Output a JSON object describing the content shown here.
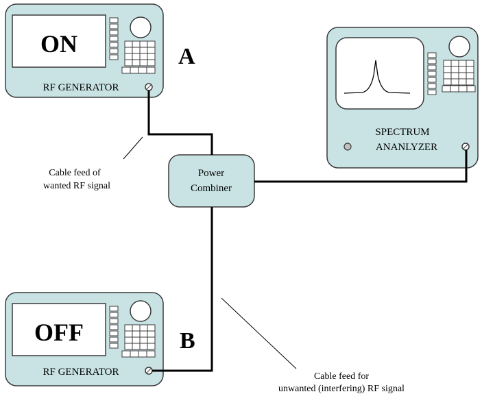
{
  "generator_a": {
    "display_text": "ON",
    "label": "RF GENERATOR",
    "letter": "A"
  },
  "generator_b": {
    "display_text": "OFF",
    "label": "RF GENERATOR",
    "letter": "B"
  },
  "spectrum_analyzer": {
    "label_line1": "SPECTRUM",
    "label_line2": "ANANLYZER"
  },
  "power_combiner": {
    "label_line1": "Power",
    "label_line2": "Combiner"
  },
  "annotations": {
    "wanted_line1": "Cable feed of",
    "wanted_line2": "wanted RF signal",
    "unwanted_line1": "Cable feed for",
    "unwanted_line2": "unwanted (interfering) RF signal"
  },
  "colors": {
    "device_fill": "#c9e3e4",
    "outline": "#3a3a3a",
    "cable": "#000000"
  }
}
